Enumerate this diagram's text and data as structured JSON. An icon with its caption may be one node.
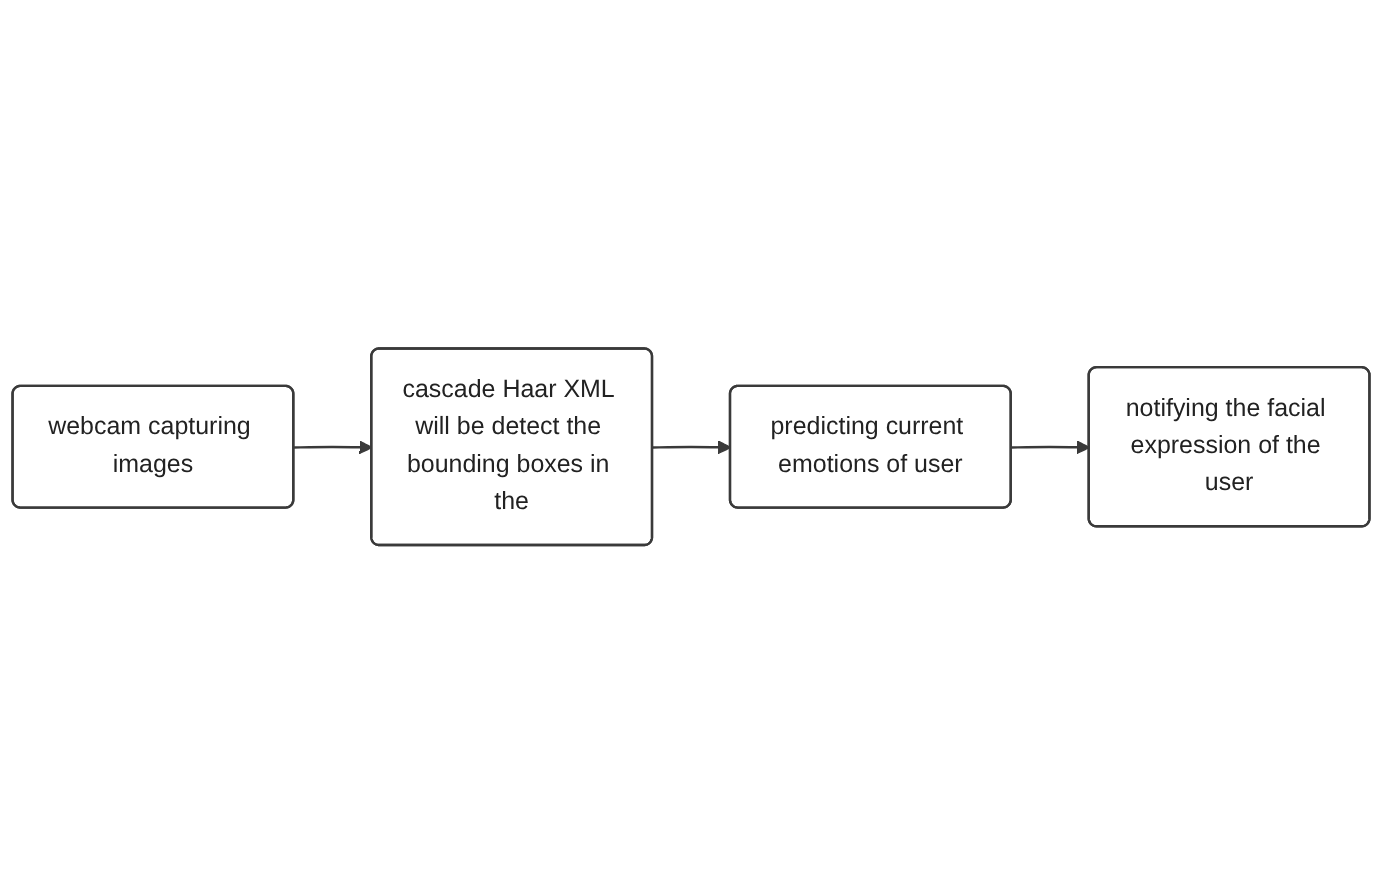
{
  "diagram": {
    "nodes": [
      {
        "text": [
          "webcam capturing images"
        ]
      },
      {
        "text": [
          "cascade Haar XML will be detect the bounding boxes in the"
        ]
      },
      {
        "text": [
          "predicting current emotions of user"
        ]
      },
      {
        "text": [
          "notifying the facial expression of the user"
        ]
      }
    ],
    "edges": [
      {
        "from": 0,
        "to": 1,
        "arrow": "to"
      },
      {
        "from": 1,
        "to": 2,
        "arrow": "to"
      },
      {
        "from": 2,
        "to": 3,
        "arrow": "to"
      }
    ]
  }
}
